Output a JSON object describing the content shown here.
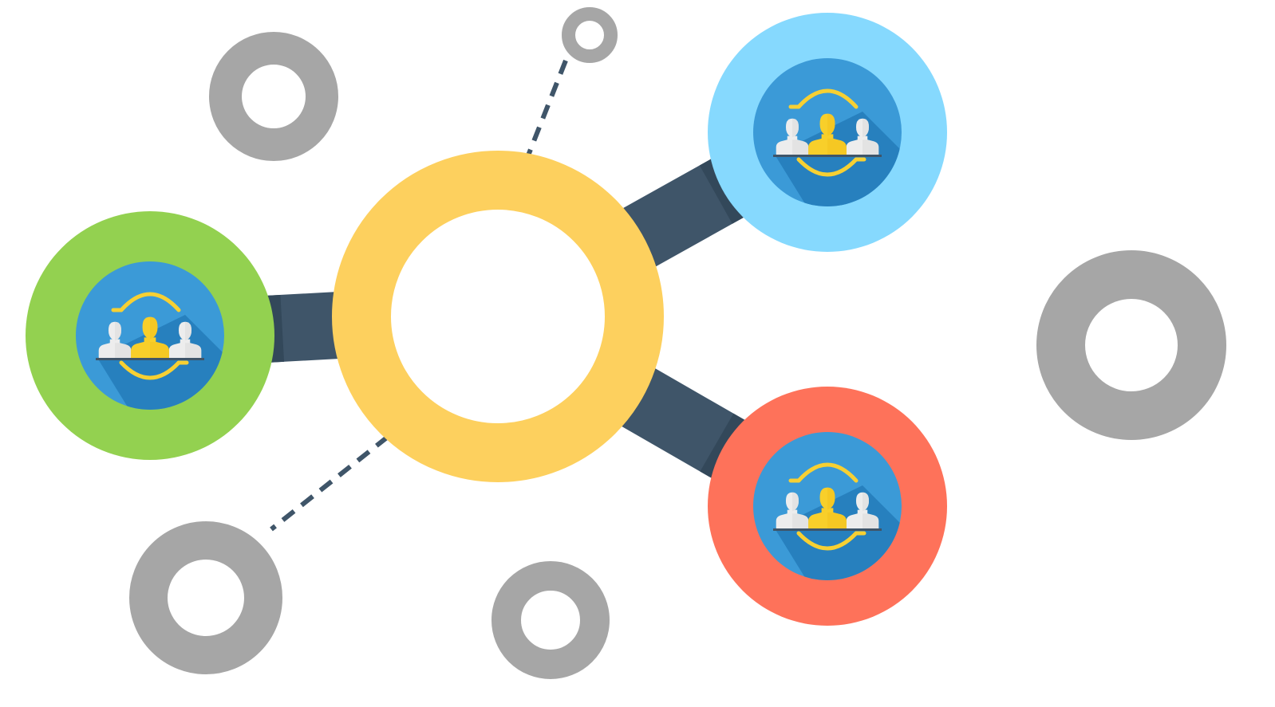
{
  "diagram": {
    "type": "network-hub",
    "colors": {
      "background": "#ffffff",
      "hub_ring": "#FDD05E",
      "connector": "#3F5569",
      "connector_shadow": "#33485A",
      "dashed_line": "#3F5569",
      "inactive_ring": "#A6A6A6",
      "node_green": "#93D150",
      "node_light_blue": "#86D9FE",
      "node_coral": "#FE725A",
      "icon_disc": "#3B9AD7",
      "icon_disc_shadow": "#2780BE",
      "person_white": "#EDEDED",
      "person_grey": "#DADADA",
      "person_yellow": "#F8CF2A",
      "person_yellow_shade": "#F2C21E",
      "exchange_arrows": "#F7D033"
    },
    "hub": {
      "name": "central-hub-ring"
    },
    "active_nodes": [
      {
        "name": "team-node-green",
        "color_key": "node_green",
        "icon": "team-exchange-icon",
        "link": "solid"
      },
      {
        "name": "team-node-light-blue",
        "color_key": "node_light_blue",
        "icon": "team-exchange-icon",
        "link": "solid"
      },
      {
        "name": "team-node-coral",
        "color_key": "node_coral",
        "icon": "team-exchange-icon",
        "link": "solid"
      }
    ],
    "inactive_nodes": [
      {
        "name": "empty-ring-top-left",
        "link": "none"
      },
      {
        "name": "empty-ring-top-small",
        "link": "dashed"
      },
      {
        "name": "empty-ring-right",
        "link": "none"
      },
      {
        "name": "empty-ring-bottom-left",
        "link": "dashed"
      },
      {
        "name": "empty-ring-bottom-middle",
        "link": "none"
      }
    ]
  }
}
